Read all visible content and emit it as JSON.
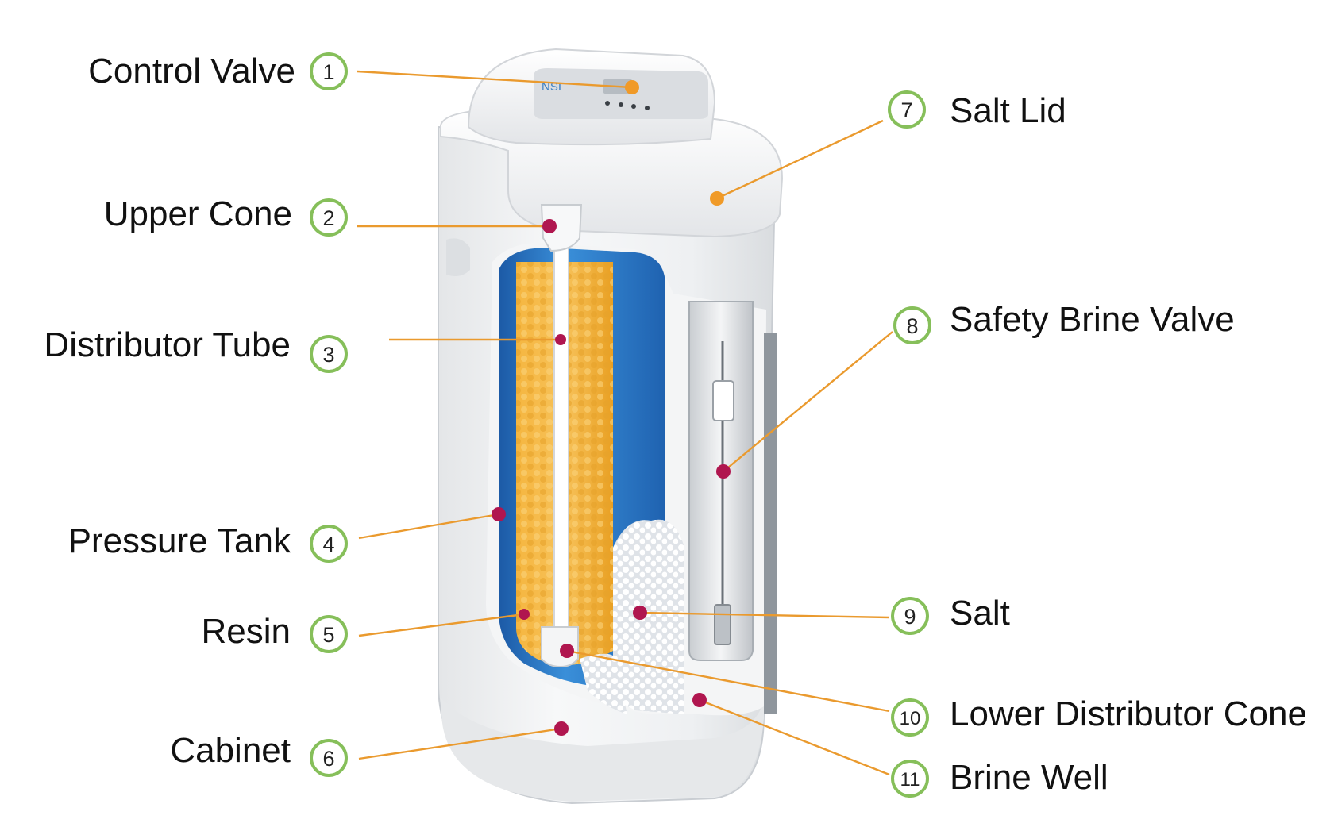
{
  "labels": [
    {
      "num": "1",
      "text": "Control Valve"
    },
    {
      "num": "2",
      "text": "Upper Cone"
    },
    {
      "num": "3",
      "text": "Distributor Tube"
    },
    {
      "num": "4",
      "text": "Pressure Tank"
    },
    {
      "num": "5",
      "text": "Resin"
    },
    {
      "num": "6",
      "text": "Cabinet"
    },
    {
      "num": "7",
      "text": "Salt Lid"
    },
    {
      "num": "8",
      "text": "Safety Brine Valve"
    },
    {
      "num": "9",
      "text": "Salt"
    },
    {
      "num": "10",
      "text": "Lower Distributor Cone"
    },
    {
      "num": "11",
      "text": "Brine Well"
    }
  ],
  "device": {
    "logo": "NSI"
  },
  "colors": {
    "badge_border": "#86bf5a",
    "leader_line": "#ea9a2e",
    "marker_orange": "#f09a28",
    "marker_magenta": "#b0164f",
    "tank_blue": "#2f77c4",
    "resin_amber": "#f2a92c",
    "cabinet_white": "#f2f3f4"
  }
}
